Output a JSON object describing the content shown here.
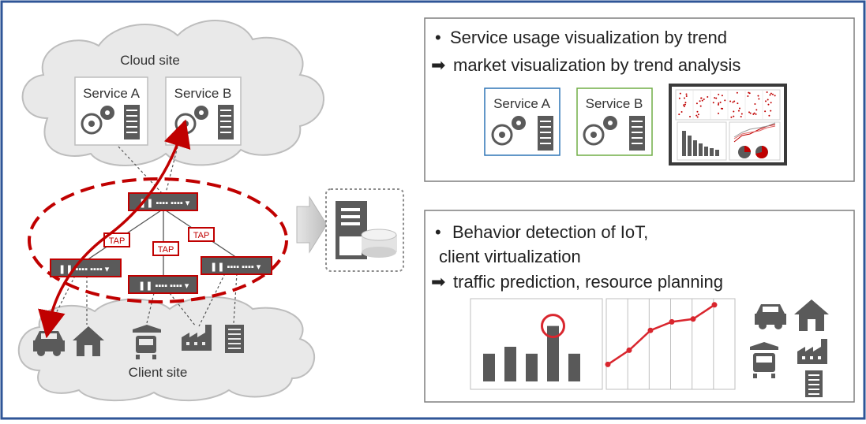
{
  "colors": {
    "frame_border": "#2f5597",
    "accent_red": "#c00000",
    "line_red": "#d9262e",
    "icon_gray": "#5a5a5a",
    "cloud_fill": "#e9e9e9",
    "service_a_border": "#2e75b6",
    "service_b_border": "#70ad47"
  },
  "network": {
    "cloud_label": "Cloud site",
    "client_label": "Client site",
    "service_a_label": "Service A",
    "service_b_label": "Service B",
    "tap_label": "TAP"
  },
  "panel_top": {
    "bullet": "•",
    "line1": "Service usage visualization by trend",
    "arrow": "➡",
    "line2": "market visualization by trend analysis",
    "service_a_label": "Service A",
    "service_b_label": "Service B"
  },
  "panel_bottom": {
    "bullet": "•",
    "line1": "Behavior detection of IoT,",
    "line2": "client virtualization",
    "arrow": "➡",
    "line3": "traffic prediction, resource planning"
  },
  "chart_data": [
    {
      "type": "bar",
      "values": [
        4,
        5,
        4,
        8,
        4
      ],
      "highlight_index": 3
    },
    {
      "type": "line",
      "values": [
        1.2,
        2.2,
        3.6,
        4.2,
        4.4,
        5.4
      ]
    }
  ]
}
